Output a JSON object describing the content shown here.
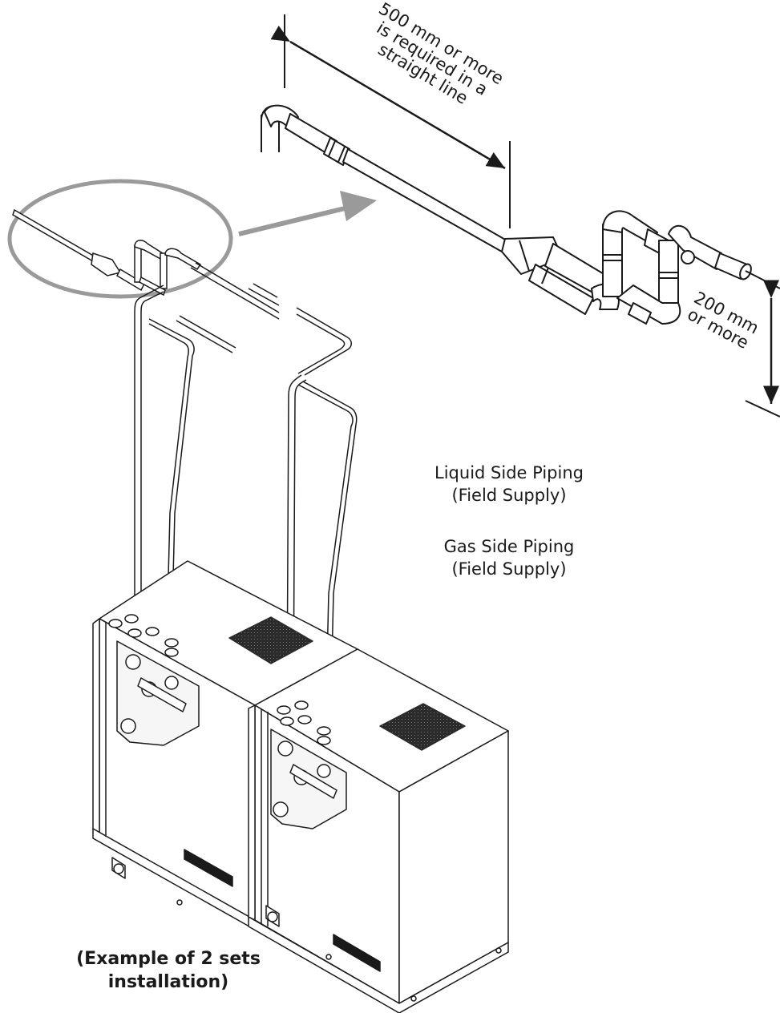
{
  "dimensions": {
    "straight_length": {
      "line1": "500 mm or more",
      "line2": "is required in a",
      "line3": "straight line"
    },
    "rise_height": {
      "line1": "200 mm",
      "line2": "or more"
    }
  },
  "piping_labels": {
    "liquid": {
      "line1": "Liquid Side Piping",
      "line2": "(Field Supply)"
    },
    "gas": {
      "line1": "Gas Side Piping",
      "line2": "(Field Supply)"
    }
  },
  "caption": {
    "line1": "(Example of 2 sets",
    "line2": "installation)"
  },
  "colors": {
    "line": "#1a1a1a",
    "callout": "#9a9a9a",
    "vent": "#2b2b2b",
    "unit_fill": "#ffffff"
  }
}
